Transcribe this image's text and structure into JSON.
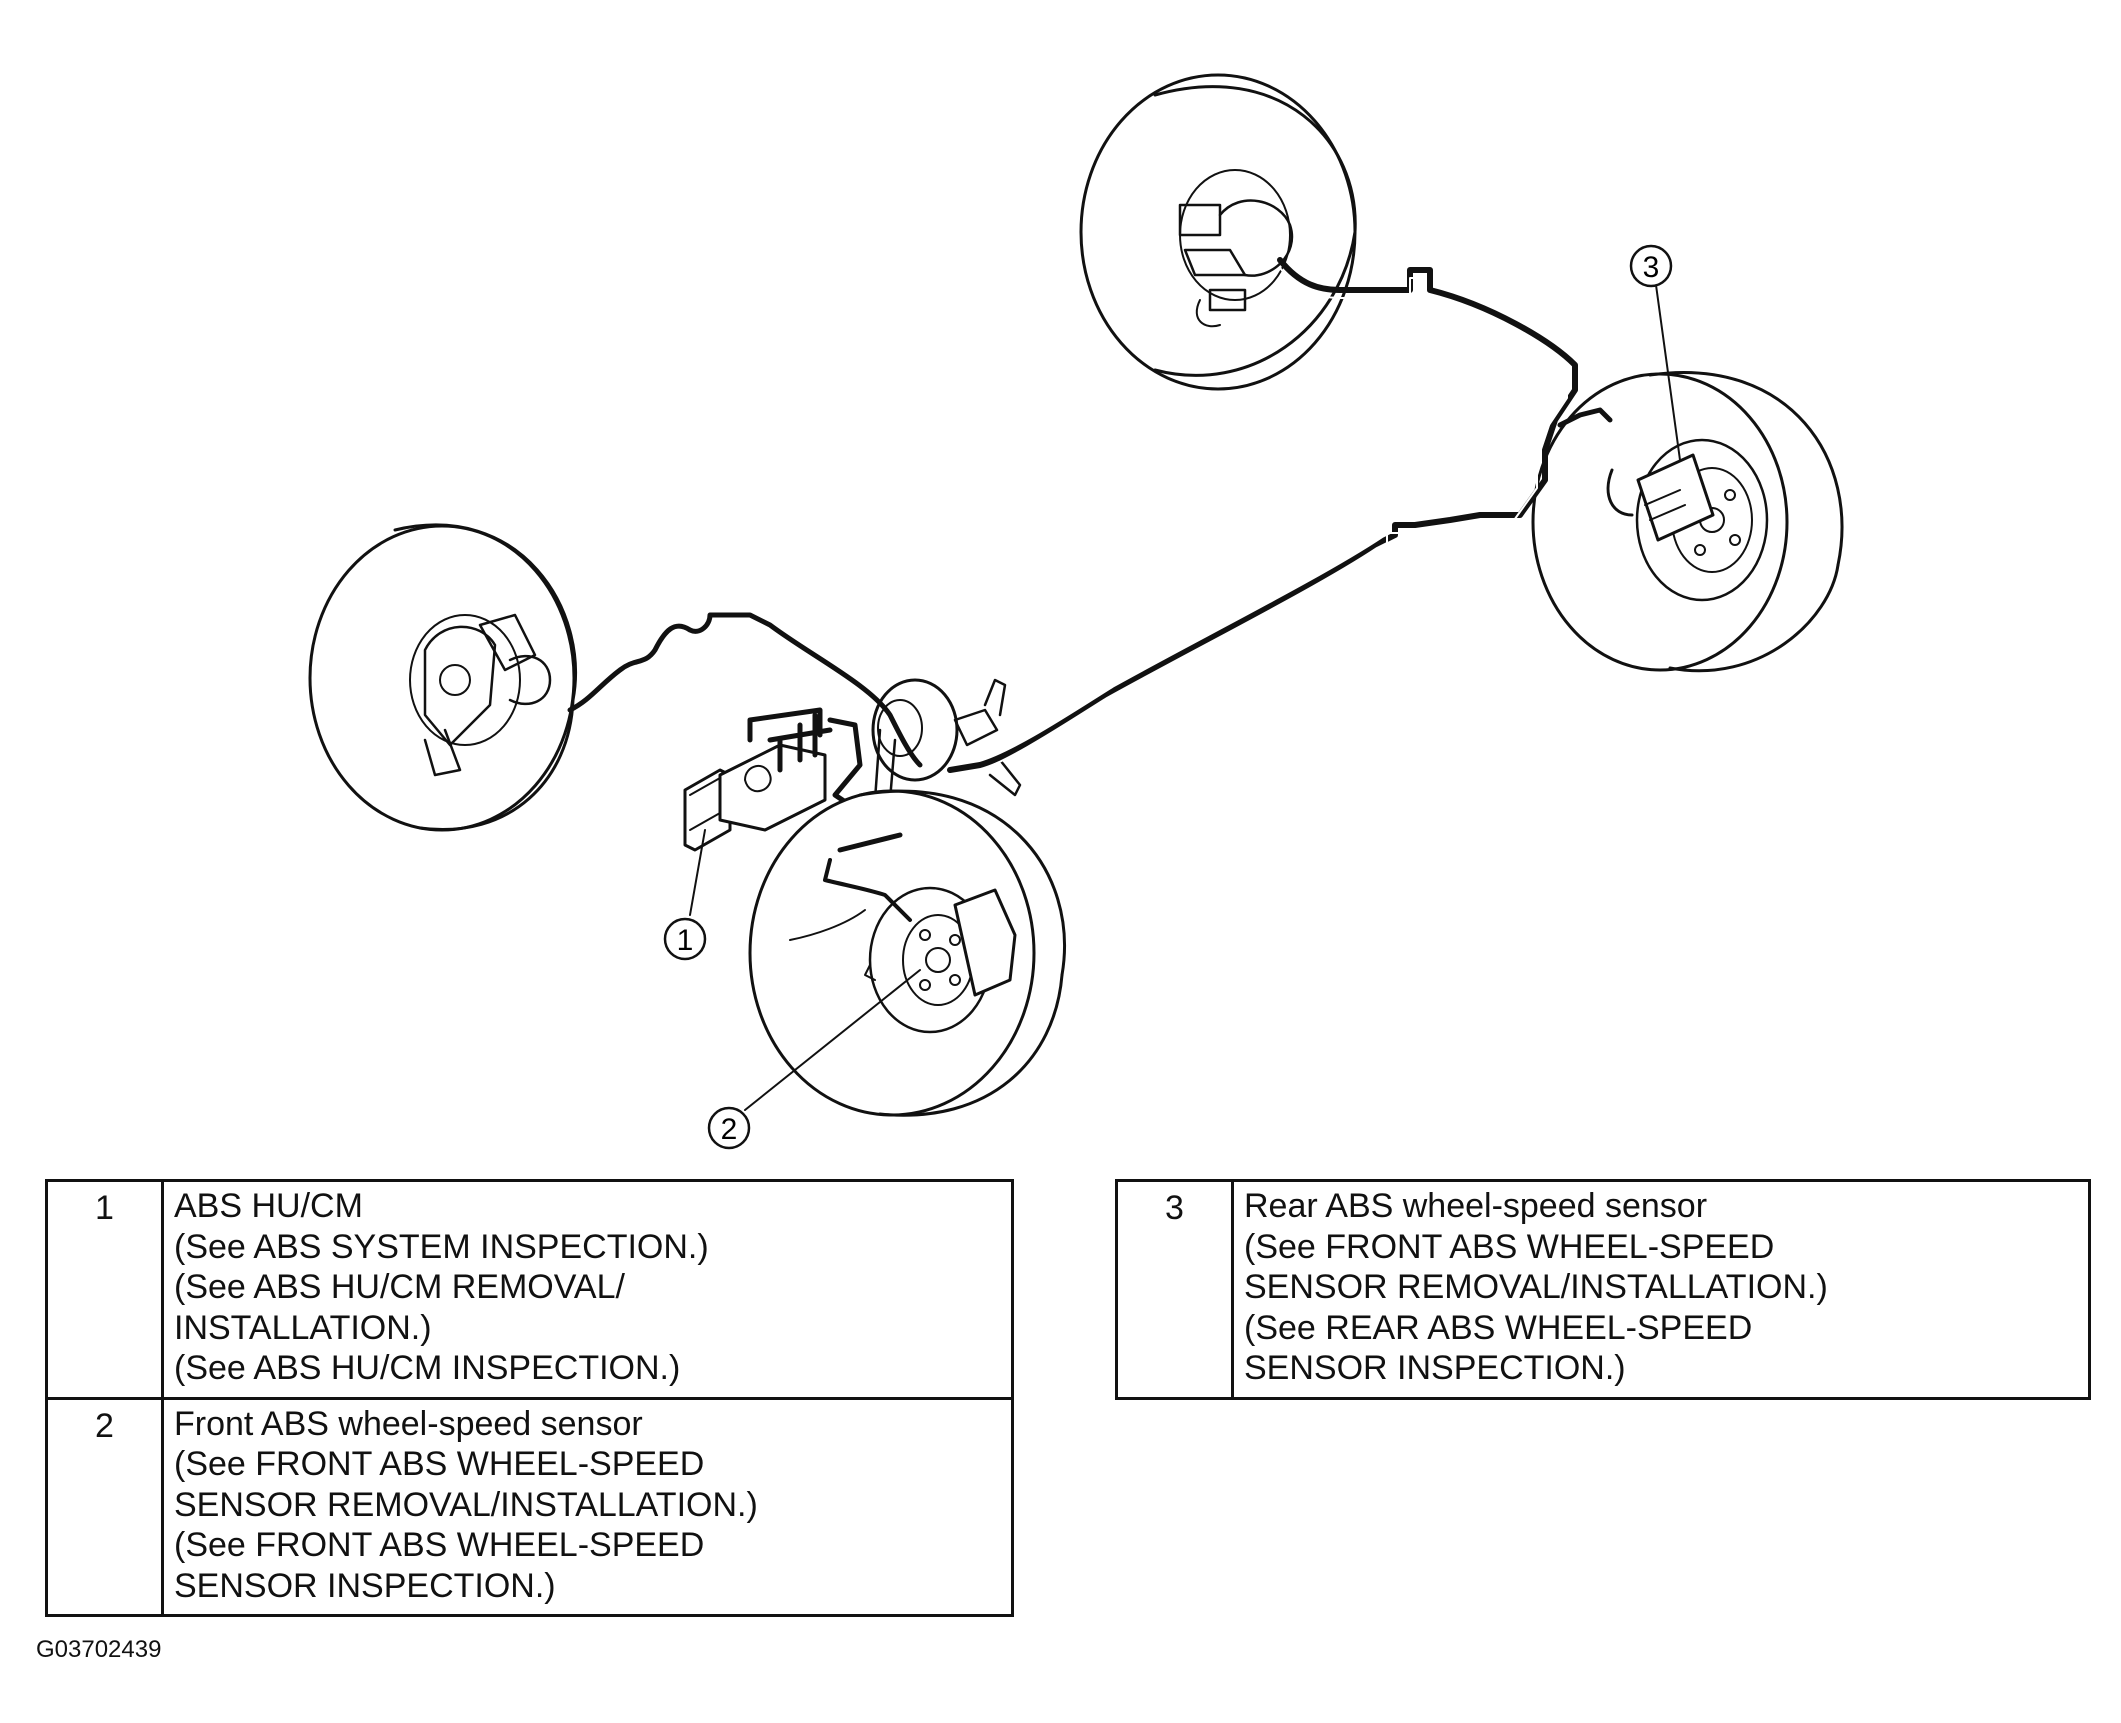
{
  "callouts": [
    {
      "num": "1",
      "desc_lines": [
        "ABS HU/CM",
        "(See ABS SYSTEM INSPECTION.)",
        "(See ABS HU/CM REMOVAL/",
        "INSTALLATION.)",
        "(See ABS HU/CM INSPECTION.)"
      ]
    },
    {
      "num": "2",
      "desc_lines": [
        "Front ABS wheel-speed sensor",
        "(See FRONT ABS WHEEL-SPEED",
        "SENSOR REMOVAL/INSTALLATION.)",
        "(See FRONT ABS WHEEL-SPEED",
        "SENSOR INSPECTION.)"
      ]
    },
    {
      "num": "3",
      "desc_lines": [
        "Rear ABS wheel-speed sensor",
        "(See FRONT ABS WHEEL-SPEED",
        "SENSOR REMOVAL/INSTALLATION.)",
        "(See REAR ABS WHEEL-SPEED",
        "SENSOR INSPECTION.)"
      ]
    }
  ],
  "figure_id": "G03702439"
}
